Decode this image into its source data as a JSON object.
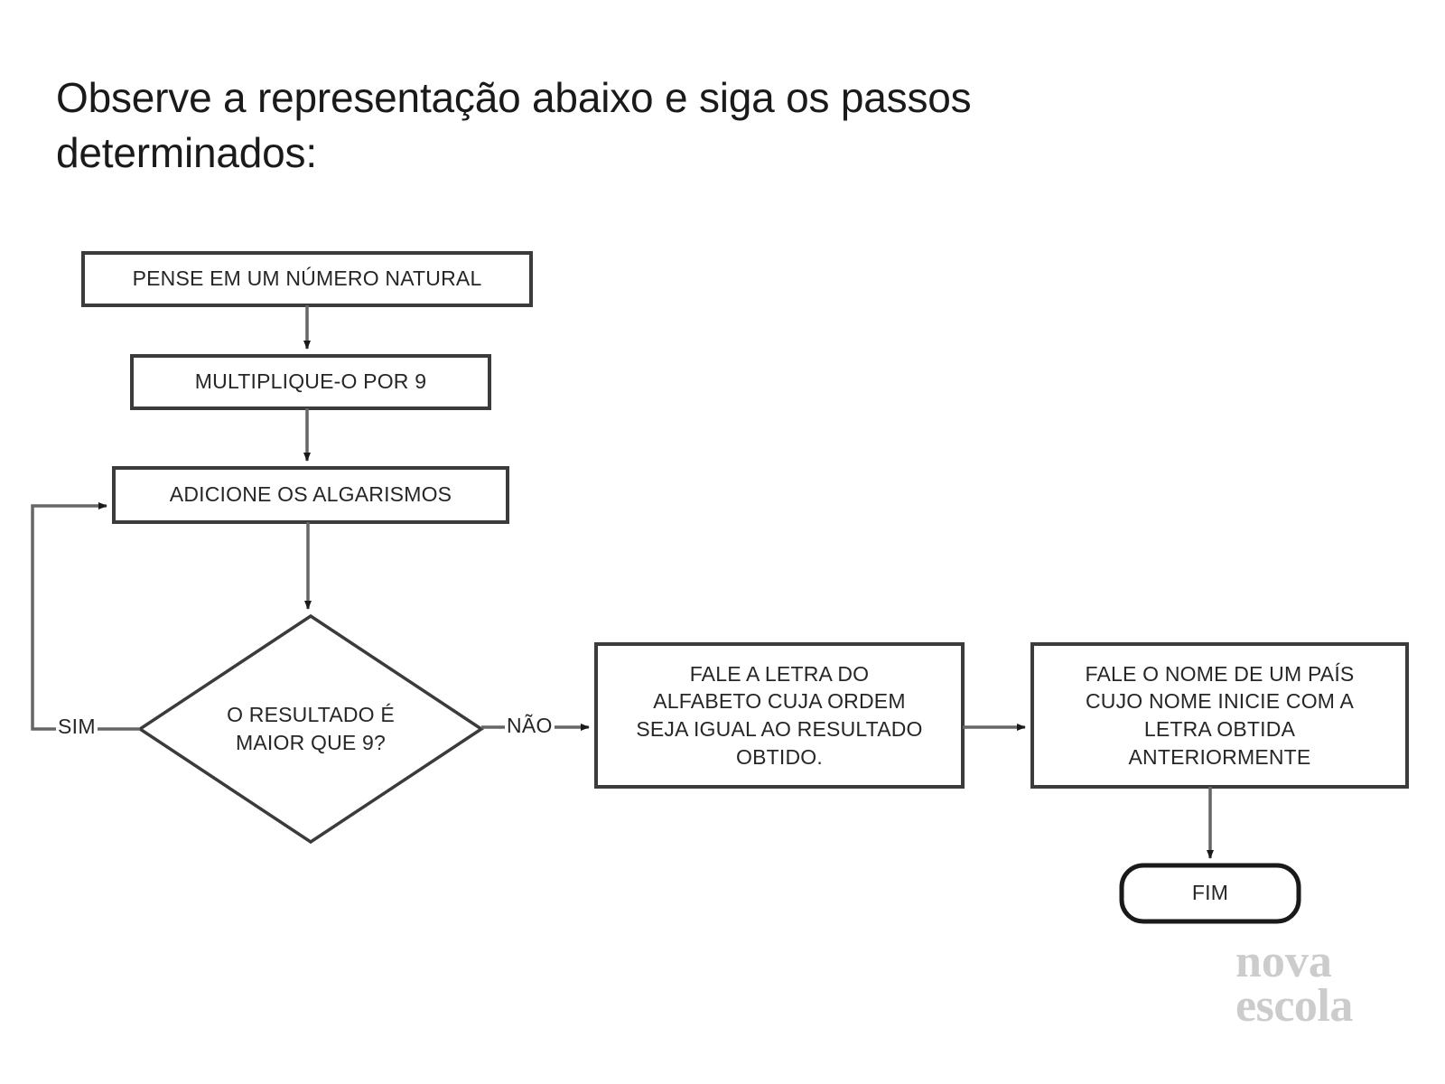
{
  "page": {
    "title": "Observe a representação abaixo e siga os passos determinados:",
    "background_color": "#ffffff",
    "text_color": "#262626"
  },
  "watermark": {
    "line1": "nova",
    "line2": "escola",
    "color": "#cccccc"
  },
  "chart_data": {
    "type": "diagram",
    "diagram_type": "flowchart",
    "title": "Observe a representação abaixo e siga os passos determinados:",
    "orientation": "top-down with right branch",
    "nodes": [
      {
        "id": "n1",
        "shape": "process",
        "label": "PENSE EM UM NÚMERO NATURAL"
      },
      {
        "id": "n2",
        "shape": "process",
        "label": "MULTIPLIQUE-O POR 9"
      },
      {
        "id": "n3",
        "shape": "process",
        "label": "ADICIONE OS ALGARISMOS"
      },
      {
        "id": "n4",
        "shape": "decision",
        "label": "O RESULTADO É\nMAIOR QUE 9?"
      },
      {
        "id": "n5",
        "shape": "process",
        "label": "FALE A LETRA DO\nALFABETO CUJA ORDEM\nSEJA IGUAL AO RESULTADO\nOBTIDO."
      },
      {
        "id": "n6",
        "shape": "process",
        "label": "FALE O NOME DE UM PAÍS\nCUJO NOME INICIE COM A\nLETRA OBTIDA\nANTERIORMENTE"
      },
      {
        "id": "n7",
        "shape": "terminal",
        "label": "FIM"
      }
    ],
    "edges": [
      {
        "from": "n1",
        "to": "n2",
        "label": ""
      },
      {
        "from": "n2",
        "to": "n3",
        "label": ""
      },
      {
        "from": "n3",
        "to": "n4",
        "label": ""
      },
      {
        "from": "n4",
        "to": "n3",
        "label": "SIM"
      },
      {
        "from": "n4",
        "to": "n5",
        "label": "NÃO"
      },
      {
        "from": "n5",
        "to": "n6",
        "label": ""
      },
      {
        "from": "n6",
        "to": "n7",
        "label": ""
      }
    ],
    "edge_labels": {
      "yes": "SIM",
      "no": "NÃO"
    },
    "stroke_color": "#333333",
    "fill_color": "#ffffff"
  }
}
